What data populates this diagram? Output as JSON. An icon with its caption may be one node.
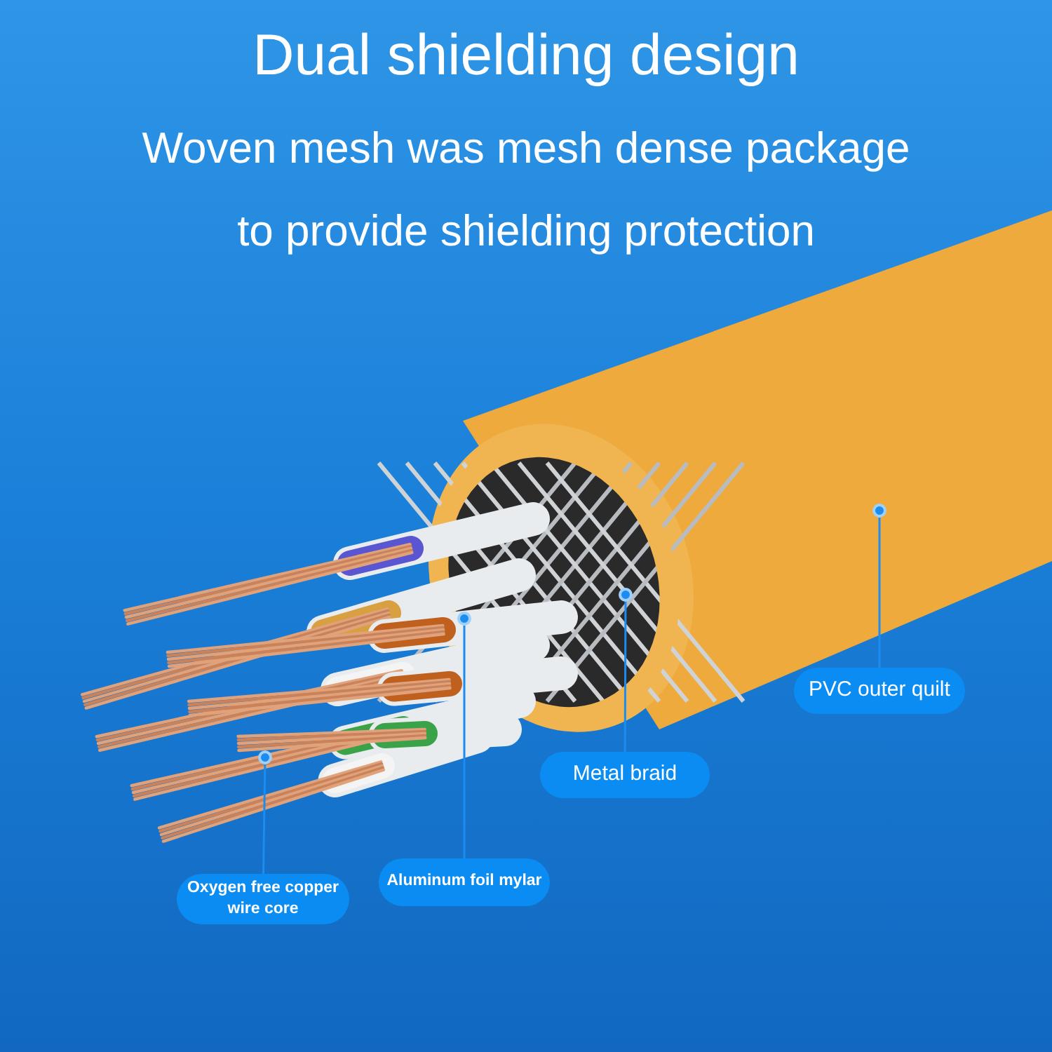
{
  "diagram": {
    "title": "Dual shielding design",
    "nodes": [
      {
        "text": [
          "PVC outer quilt"
        ]
      },
      {
        "text": [],
        "shape": "circle"
      },
      {
        "text": [
          "Metal braid"
        ]
      },
      {
        "text": [],
        "shape": "circle"
      },
      {
        "text": [
          "Aluminum foil mylar"
        ]
      },
      {
        "text": [],
        "shape": "circle"
      },
      {
        "text": [
          "Oxygen free copper wire core"
        ]
      },
      {
        "text": [],
        "shape": "circle"
      }
    ],
    "edges": [
      {
        "from": 0,
        "to": 1,
        "arrow": "none"
      },
      {
        "from": 2,
        "to": 3,
        "arrow": "none"
      },
      {
        "from": 4,
        "to": 5,
        "arrow": "none"
      },
      {
        "from": 6,
        "to": 7,
        "arrow": "none"
      }
    ],
    "labels": [
      "Woven mesh was mesh dense package to provide shielding protection"
    ]
  }
}
